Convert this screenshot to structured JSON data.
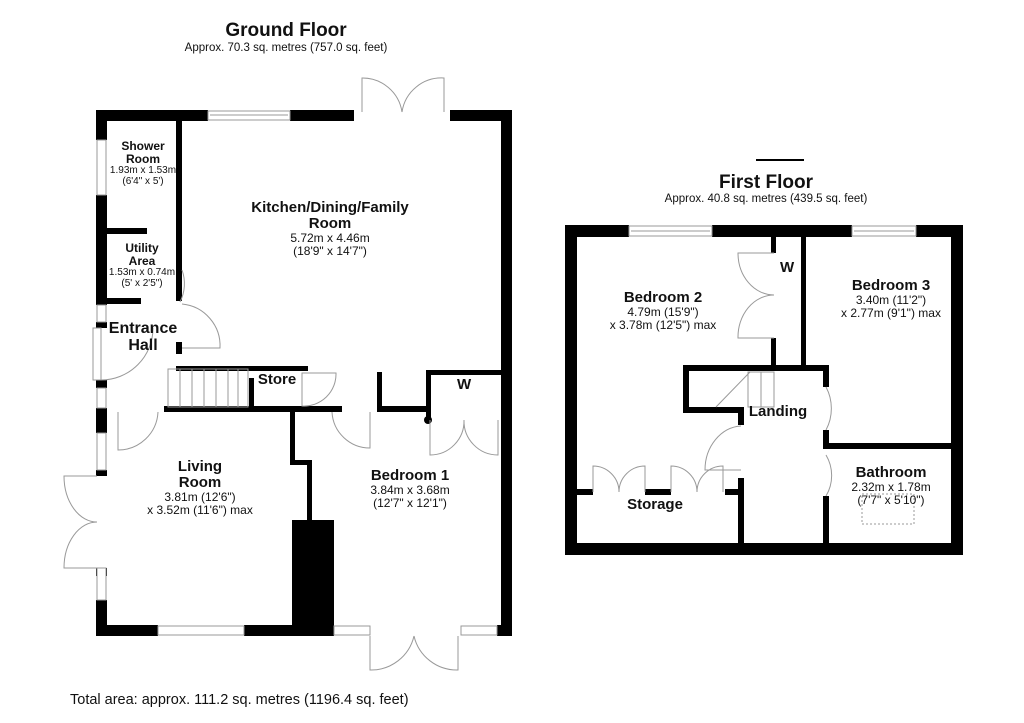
{
  "ground_floor": {
    "title": "Ground Floor",
    "area": "Approx. 70.3 sq. metres (757.0 sq. feet)",
    "rooms": [
      {
        "name": "Shower Room",
        "name_lines": [
          "Shower",
          "Room"
        ],
        "dims": [
          "1.93m x 1.53m",
          "(6'4\" x 5')"
        ]
      },
      {
        "name": "Utility Area",
        "name_lines": [
          "Utility",
          "Area"
        ],
        "dims": [
          "1.53m x 0.74m",
          "(5' x 2'5\")"
        ]
      },
      {
        "name": "Kitchen/Dining/Family Room",
        "name_lines": [
          "Kitchen/Dining/Family",
          "Room"
        ],
        "dims": [
          "5.72m x 4.46m",
          "(18'9\" x 14'7\")"
        ]
      },
      {
        "name": "Entrance Hall",
        "name_lines": [
          "Entrance",
          "Hall"
        ],
        "dims": []
      },
      {
        "name": "Store",
        "name_lines": [
          "Store"
        ],
        "dims": []
      },
      {
        "name": "Living Room",
        "name_lines": [
          "Living",
          "Room"
        ],
        "dims": [
          "3.81m (12'6\")",
          "x 3.52m (11'6\") max"
        ]
      },
      {
        "name": "Bedroom 1",
        "name_lines": [
          "Bedroom 1"
        ],
        "dims": [
          "3.84m x 3.68m",
          "(12'7\" x 12'1\")"
        ]
      }
    ],
    "wardrobe_label": "W"
  },
  "first_floor": {
    "title": "First Floor",
    "area": "Approx. 40.8 sq. metres (439.5 sq. feet)",
    "rooms": [
      {
        "name": "Bedroom 2",
        "name_lines": [
          "Bedroom 2"
        ],
        "dims": [
          "4.79m (15'9\")",
          "x 3.78m (12'5\") max"
        ]
      },
      {
        "name": "Bedroom 3",
        "name_lines": [
          "Bedroom 3"
        ],
        "dims": [
          "3.40m (11'2\")",
          "x 2.77m (9'1\") max"
        ]
      },
      {
        "name": "Landing",
        "name_lines": [
          "Landing"
        ],
        "dims": []
      },
      {
        "name": "Bathroom",
        "name_lines": [
          "Bathroom"
        ],
        "dims": [
          "2.32m x 1.78m",
          "(7'7\" x 5'10\")"
        ]
      },
      {
        "name": "Storage",
        "name_lines": [
          "Storage"
        ],
        "dims": []
      }
    ],
    "wardrobe_label": "W"
  },
  "total_area": "Total area: approx. 111.2 sq. metres (1196.4 sq. feet)",
  "colors": {
    "wall": "#000000",
    "background": "#ffffff",
    "fixture": "#9a9a9a"
  }
}
